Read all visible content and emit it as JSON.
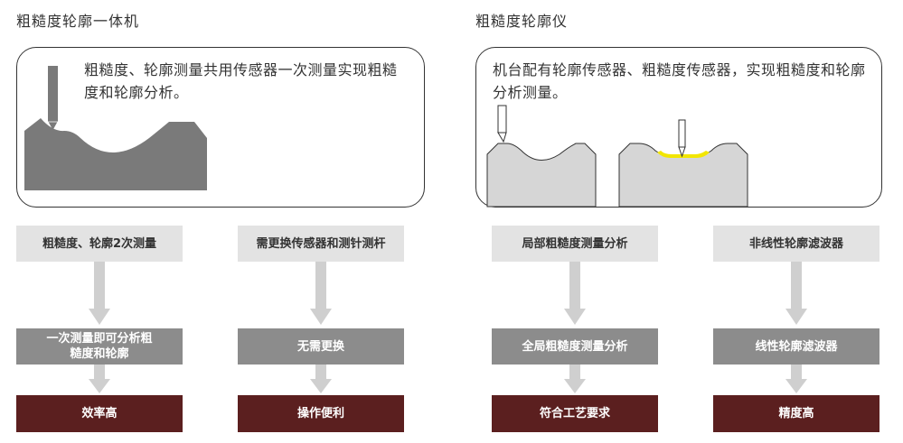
{
  "left": {
    "title": "粗糙度轮廓一体机",
    "description": "粗糙度、轮廓测量共用传感器一次测量实现粗糙度和轮廓分析。",
    "columns": [
      {
        "top": "粗糙度、轮廓2次测量",
        "middle": "一次测量即可分析粗糙度和轮廓",
        "bottom": "效率高"
      },
      {
        "top": "需更换传感器和测针测杆",
        "middle": "无需更换",
        "bottom": "操作便利"
      }
    ]
  },
  "right": {
    "title": "粗糙度轮廓仪",
    "description": "机台配有轮廓传感器、粗糙度传感器，实现粗糙度和轮廓分析测量。",
    "columns": [
      {
        "top": "局部粗糙度测量分析",
        "middle": "全局粗糙度测量分析",
        "bottom": "符合工艺要求"
      },
      {
        "top": "非线性轮廓滤波器",
        "middle": "线性轮廓滤波器",
        "bottom": "精度高"
      }
    ]
  },
  "colors": {
    "light_box": "#e3e3e3",
    "mid_box": "#8c8c8c",
    "dark_box": "#5b1f1f",
    "arrow": "#cfcfcf",
    "workpiece": "#7a7a7a",
    "workpiece_light": "#d6d6d6",
    "highlight": "#f2e600"
  }
}
